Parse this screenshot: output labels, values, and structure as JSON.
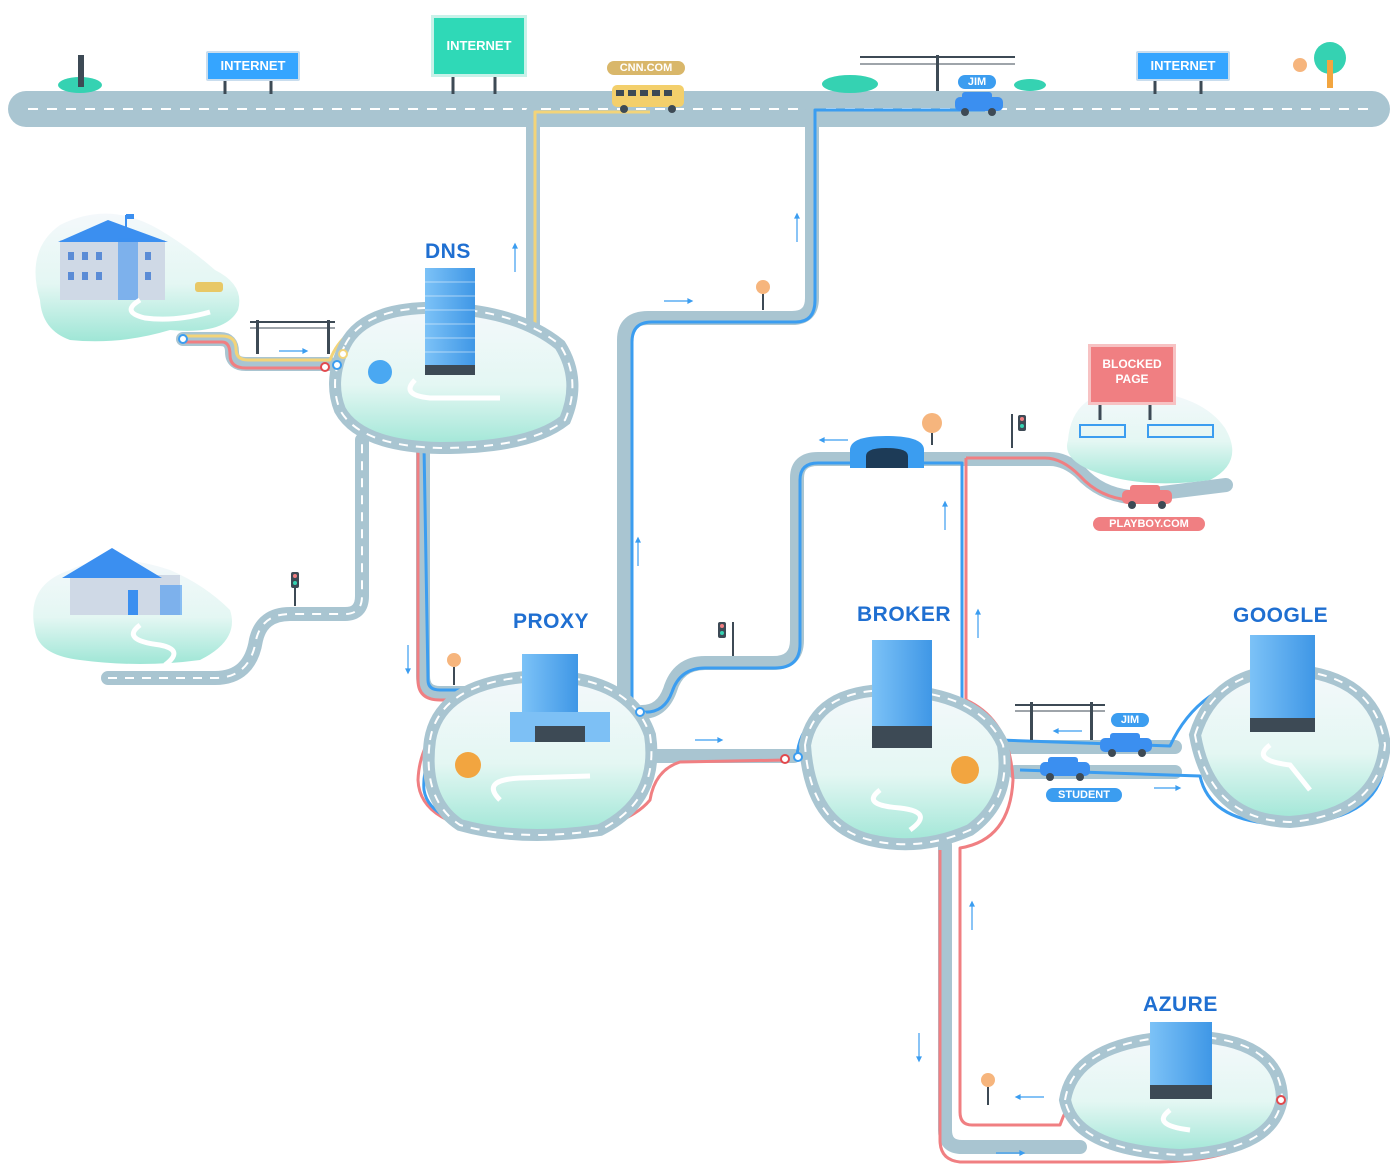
{
  "labels": {
    "dns": "DNS",
    "proxy": "PROXY",
    "broker": "BROKER",
    "google": "GOOGLE",
    "azure": "AZURE"
  },
  "signs": {
    "internet_left": "INTERNET",
    "internet_center": "INTERNET",
    "internet_right": "INTERNET",
    "blocked_page": "BLOCKED PAGE"
  },
  "vehicles": {
    "bus_tag": "CNN.COM",
    "car_top_tag": "JIM",
    "car_blocked_tag": "PLAYBOY.COM",
    "car_google_tag": "JIM",
    "car_student_tag": "STUDENT"
  },
  "colors": {
    "road": "#a9c5d1",
    "road_dash": "#ffffff",
    "route_blue": "#3b9df0",
    "route_red": "#f07f82",
    "route_yellow": "#f3d479",
    "label_blue": "#1f6fd1",
    "island_teal": "#35d2b2",
    "building_blue": "#4aa8f2"
  }
}
